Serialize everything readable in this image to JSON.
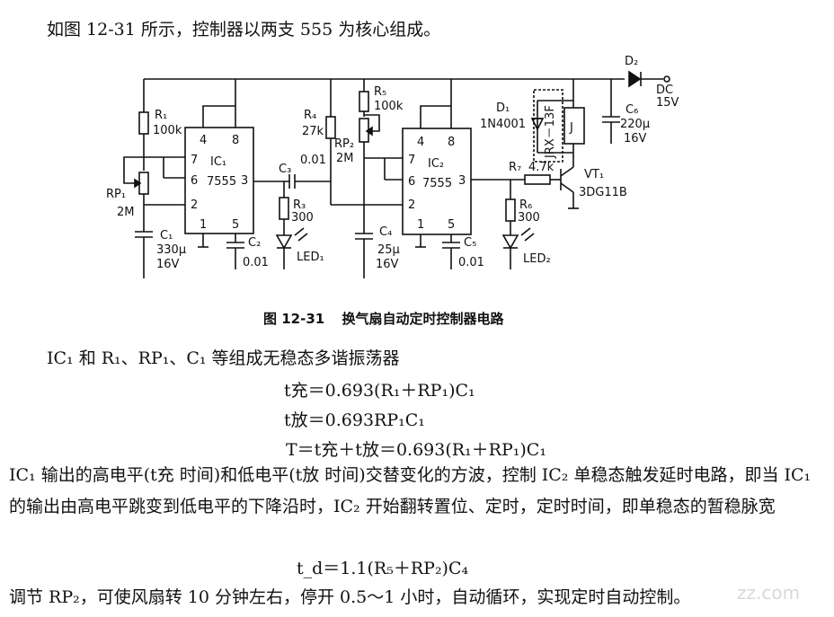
{
  "intro": "如图 12-31 所示，控制器以两支 555 为核心组成。",
  "caption": {
    "number": "图 12-31",
    "title": "换气扇自动定时控制器电路"
  },
  "diagram": {
    "labels": {
      "R1": "R₁",
      "R1_val": "100k",
      "RP1": "RP₁",
      "RP1_val": "2M",
      "C1": "C₁",
      "C1_val": "330μ",
      "C1_volt": "16V",
      "IC1": "IC₁",
      "IC1_type": "7555",
      "pin4a": "4",
      "pin8a": "8",
      "pin7a": "7",
      "pin6a": "6",
      "pin2a": "2",
      "pin1a": "1",
      "pin5a": "5",
      "pin3a": "3",
      "C2": "C₂",
      "C2_val": "0.01",
      "C3": "C₃",
      "C3_val": "0.01",
      "R3": "R₃",
      "R3_val": "300",
      "LED1": "LED₁",
      "R4": "R₄",
      "R4_val": "27k",
      "R5": "R₅",
      "R5_val": "100k",
      "RP2": "RP₂",
      "RP2_val": "2M",
      "C4": "C₄",
      "C4_val": "25μ",
      "C4_volt": "16V",
      "IC2": "IC₂",
      "IC2_type": "7555",
      "pin4b": "4",
      "pin8b": "8",
      "pin7b": "7",
      "pin6b": "6",
      "pin2b": "2",
      "pin1b": "1",
      "pin5b": "5",
      "pin3b": "3",
      "C5": "C₅",
      "C5_val": "0.01",
      "R7": "R₇",
      "R7_val": "4.7k",
      "R6": "R₆",
      "R6_val": "300",
      "LED2": "LED₂",
      "D1": "D₁",
      "D1_type": "1N4001",
      "relay_type": "JRX－13F",
      "relay": "J",
      "VT1": "VT₁",
      "VT1_type": "3DG11B",
      "C6": "C₆",
      "C6_val": "220μ",
      "C6_volt": "16V",
      "D2": "D₂",
      "DC": "DC",
      "DC_volt": "15V"
    }
  },
  "body": {
    "line1": "IC₁ 和 R₁、RP₁、C₁ 等组成无稳态多谐振荡器",
    "eq1": "t充＝0.693(R₁＋RP₁)C₁",
    "eq2": "t放＝0.693RP₁C₁",
    "eq3": "T＝t充＋t放＝0.693(R₁＋RP₁)C₁",
    "para": "IC₁ 输出的高电平(t充 时间)和低电平(t放 时间)交替变化的方波，控制 IC₂ 单稳态触发延时电路，即当 IC₁ 的输出由高电平跳变到低电平的下降沿时，IC₂ 开始翻转置位、定时，定时时间，即单稳态的暂稳脉宽",
    "eq4": "t_d＝1.1(R₅＋RP₂)C₄",
    "last": "调节 RP₂，可使风扇转 10 分钟左右，停开 0.5～1 小时，自动循环，实现定时自动控制。"
  },
  "watermark": "zz.com"
}
